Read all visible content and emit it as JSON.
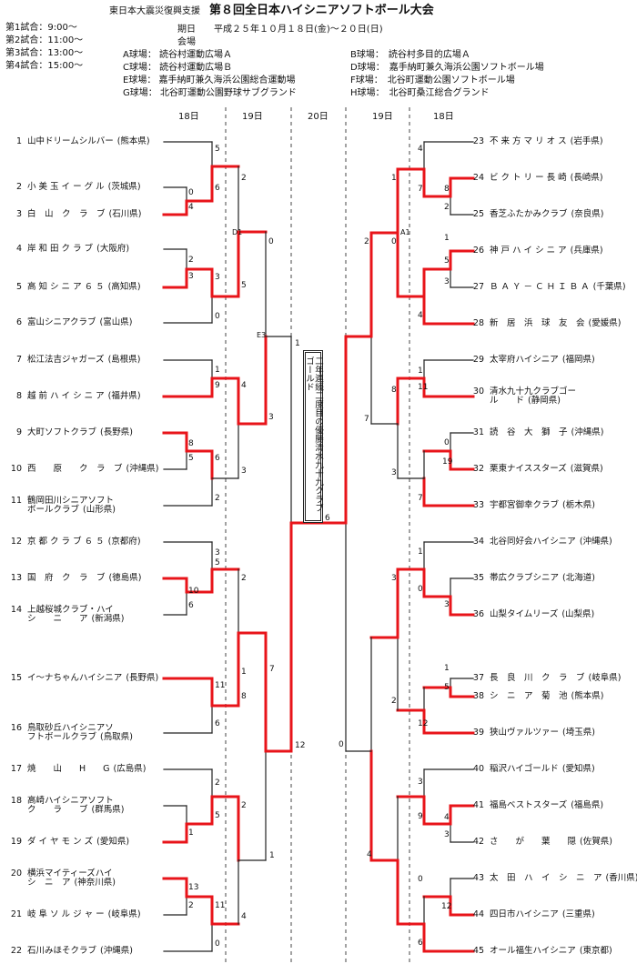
{
  "title_sub": "東日本大震災復興支援",
  "title": "第８回全日本ハイシニアソフトボール大会",
  "schedule": [
    "第1試合：9:00～",
    "第2試合：11:00～",
    "第3試合：13:00～",
    "第4試合：15:00～"
  ],
  "period_label": "期日",
  "period": "平成２５年１０月１８日(金)～２０日(日)",
  "venue_label": "会場",
  "venues_left": [
    {
      "code": "A球場：",
      "name": "読谷村運動広場Ａ"
    },
    {
      "code": "C球場：",
      "name": "読谷村運動広場Ｂ"
    },
    {
      "code": "E球場：",
      "name": "嘉手納町兼久海浜公園総合運動場"
    },
    {
      "code": "G球場：",
      "name": "北谷町運動公園野球サブグランド"
    }
  ],
  "venues_right": [
    {
      "code": "B球場",
      "name": "：　読谷村多目的広場Ａ"
    },
    {
      "code": "D球場",
      "name": "：　嘉手納町兼久海浜公園ソフトボール場"
    },
    {
      "code": "F球場",
      "name": "：　北谷町運動公園ソフトボール場"
    },
    {
      "code": "H球場",
      "name": "：　北谷町桑江総合グランド"
    }
  ],
  "day_headers": {
    "l18": "18日",
    "l19": "19日",
    "c20": "20日",
    "r19": "19日",
    "r18": "18日"
  },
  "teams_left": [
    {
      "no": "1",
      "name": "山中ドリームシルバー",
      "pref": "(熊本県)"
    },
    {
      "no": "2",
      "name": "小 美 玉 イ ー グ ル",
      "pref": "(茨城県)"
    },
    {
      "no": "3",
      "name": "白　山　ク　ラ　ブ",
      "pref": "(石川県)"
    },
    {
      "no": "4",
      "name": "岸 和 田 ク ラ ブ",
      "pref": "(大阪府)"
    },
    {
      "no": "5",
      "name": "高 知 シ ニ ア ６ ５",
      "pref": "(高知県)"
    },
    {
      "no": "6",
      "name": "富山シニアクラブ",
      "pref": "(富山県)"
    },
    {
      "no": "7",
      "name": "松江法吉ジャガーズ",
      "pref": "(島根県)"
    },
    {
      "no": "8",
      "name": "越 前 ハ イ シ ニ ア",
      "pref": "(福井県)"
    },
    {
      "no": "9",
      "name": "大町ソフトクラブ",
      "pref": "(長野県)"
    },
    {
      "no": "10",
      "name": "西　　原　　ク　ラ　ブ",
      "pref": "(沖縄県)"
    },
    {
      "no": "11",
      "name": "鶴岡田川シニアソフト",
      "name2": "ボールクラブ",
      "pref": "(山形県)"
    },
    {
      "no": "12",
      "name": "京 都 ク ラ ブ ６ ５",
      "pref": "(京都府)"
    },
    {
      "no": "13",
      "name": "国　府　ク　ラ　ブ",
      "pref": "(徳島県)"
    },
    {
      "no": "14",
      "name": "上越桜城クラブ・ハイ",
      "name2": "シ　　ニ　　ア",
      "pref": "(新潟県)"
    },
    {
      "no": "15",
      "name": "イ～ナちゃんハイシニア",
      "pref": "(長野県)"
    },
    {
      "no": "16",
      "name": "鳥取砂丘ハイシニアソ",
      "name2": "フトボールクラブ",
      "pref": "(鳥取県)"
    },
    {
      "no": "17",
      "name": "焼　　山　　H　　G",
      "pref": "(広島県)"
    },
    {
      "no": "18",
      "name": "高崎ハイシニアソフト",
      "name2": "ク　　ラ　　ブ",
      "pref": "(群馬県)"
    },
    {
      "no": "19",
      "name": "ダ イ ヤ モ ン ズ",
      "pref": "(愛知県)"
    },
    {
      "no": "20",
      "name": "横浜マイティーズハイ",
      "name2": "シ　ニ　ア",
      "pref": "(神奈川県)"
    },
    {
      "no": "21",
      "name": "岐 阜 ソ ル ジ ャ ー",
      "pref": "(岐阜県)"
    },
    {
      "no": "22",
      "name": "石川みほそクラブ",
      "pref": "(沖縄県)"
    }
  ],
  "teams_right": [
    {
      "no": "23",
      "name": "不 来 方 マ リ オ ス",
      "pref": "(岩手県)"
    },
    {
      "no": "24",
      "name": "ビ ク ト リ ー 長 崎",
      "pref": "(長崎県)"
    },
    {
      "no": "25",
      "name": "香芝ふたかみクラブ",
      "pref": "(奈良県)"
    },
    {
      "no": "26",
      "name": "神 戸 ハ イ シ ニ ア",
      "pref": "(兵庫県)"
    },
    {
      "no": "27",
      "name": "Ｂ Ａ Ｙ － Ｃ Ｈ Ｉ Ｂ Ａ",
      "pref": "(千葉県)"
    },
    {
      "no": "28",
      "name": "新　居　浜　球　友　会",
      "pref": "(愛媛県)"
    },
    {
      "no": "29",
      "name": "太宰府ハイシニア",
      "pref": "(福岡県)"
    },
    {
      "no": "30",
      "name": "清水九十九クラブゴー",
      "name2": "ル　　ド",
      "pref": "(静岡県)"
    },
    {
      "no": "31",
      "name": "読　谷　大　獅　子",
      "pref": "(沖縄県)"
    },
    {
      "no": "32",
      "name": "栗東ナイススターズ",
      "pref": "(滋賀県)"
    },
    {
      "no": "33",
      "name": "宇都宮御幸クラブ",
      "pref": "(栃木県)"
    },
    {
      "no": "34",
      "name": "北谷同好会ハイシニア",
      "pref": "(沖縄県)"
    },
    {
      "no": "35",
      "name": "帯広クラブシニア",
      "pref": "(北海道)"
    },
    {
      "no": "36",
      "name": "山梨タイムリーズ",
      "pref": "(山梨県)"
    },
    {
      "no": "37",
      "name": "長　良　川　ク　ラ　ブ",
      "pref": "(岐阜県)"
    },
    {
      "no": "38",
      "name": "シ　ニ　ア　菊　池",
      "pref": "(熊本県)"
    },
    {
      "no": "39",
      "name": "狭山ヴァルツァー",
      "pref": "(埼玉県)"
    },
    {
      "no": "40",
      "name": "稲沢ハイゴールド",
      "pref": "(愛知県)"
    },
    {
      "no": "41",
      "name": "福島ベストスターズ",
      "pref": "(福島県)"
    },
    {
      "no": "42",
      "name": "さ　　が　　葉　　隠",
      "pref": "(佐賀県)"
    },
    {
      "no": "43",
      "name": "太　田　ハ　イ　シ　ニ　ア",
      "pref": "(香川県)"
    },
    {
      "no": "44",
      "name": "四日市ハイシニア",
      "pref": "(三重県)"
    },
    {
      "no": "45",
      "name": "オール福生ハイシニア",
      "pref": "(東京都)"
    }
  ],
  "champion_text": "二年連続二度目の優勝清水九十九クラブゴールド",
  "venue_codes": [
    "D1",
    "E3",
    "A1"
  ],
  "scores_left_r1": [
    "5",
    "6",
    "0",
    "4",
    "2",
    "3",
    "3",
    "0",
    "1",
    "9",
    "8",
    "5",
    "6",
    "2",
    "3",
    "5",
    "10",
    "6",
    "11",
    "6",
    "2",
    "5",
    "1",
    "13",
    "2",
    "11",
    "0"
  ],
  "scores_left_r2": [
    "2",
    "5",
    "4",
    "3",
    "2",
    "1",
    "8",
    "7",
    "2",
    "1",
    "4"
  ],
  "scores_left_r3": [
    "0",
    "3",
    "12",
    "1"
  ],
  "scores_right_r1": [
    "4",
    "7",
    "8",
    "2",
    "1",
    "5",
    "3",
    "4",
    "1",
    "11",
    "0",
    "19",
    "7",
    "1",
    "0",
    "3",
    "1",
    "5",
    "12",
    "3",
    "9",
    "4",
    "3",
    "0",
    "12",
    "6"
  ],
  "scores_right_r2": [
    "1",
    "0",
    "8",
    "3",
    "3",
    "2",
    "4"
  ],
  "scores_right_r3": [
    "2",
    "7",
    "0"
  ],
  "final_scores": [
    "0",
    "6"
  ],
  "colors": {
    "winner": "#e8141a",
    "line": "#222222"
  }
}
